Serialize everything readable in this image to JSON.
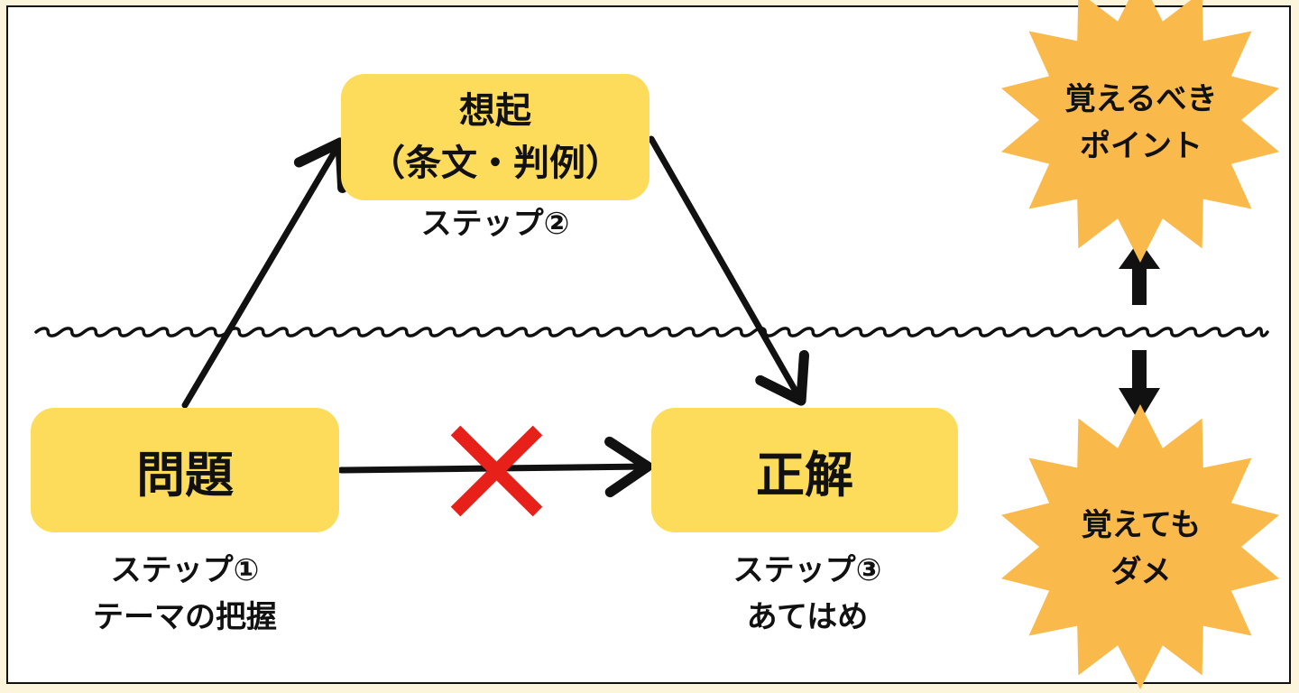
{
  "nodes": {
    "recall": {
      "line1": "想起",
      "line2": "（条文・判例）",
      "caption": "ステップ②"
    },
    "problem": {
      "label": "問題",
      "caption_line1": "ステップ①",
      "caption_line2": "テーマの把握"
    },
    "answer": {
      "label": "正解",
      "caption_line1": "ステップ③",
      "caption_line2": "あてはめ"
    }
  },
  "callouts": {
    "top": {
      "line1": "覚えるべき",
      "line2": "ポイント"
    },
    "bottom": {
      "line1": "覚えても",
      "line2": "ダメ"
    }
  },
  "colors": {
    "box_fill": "#fddc5c",
    "burst_fill": "#f9b94b",
    "cross": "#e8201a",
    "arrow": "#111111"
  }
}
